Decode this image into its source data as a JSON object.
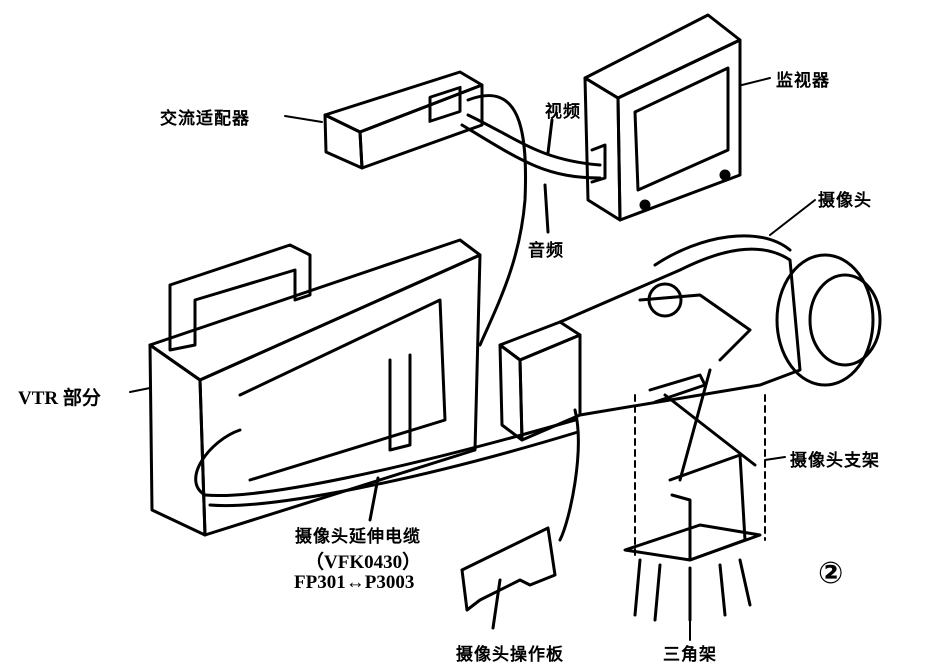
{
  "labels": {
    "ac_adapter": "交流适配器",
    "video": "视频",
    "audio": "音频",
    "monitor": "监视器",
    "camera": "摄像头",
    "vtr": "VTR 部分",
    "camera_mount": "摄像头支架",
    "cable_name": "摄像头延伸电缆",
    "cable_model": "（VFK0430）",
    "cable_connectors": "FP301↔P3003",
    "control_panel": "摄像头操作板",
    "tripod": "三角架",
    "figure_number": "②"
  }
}
